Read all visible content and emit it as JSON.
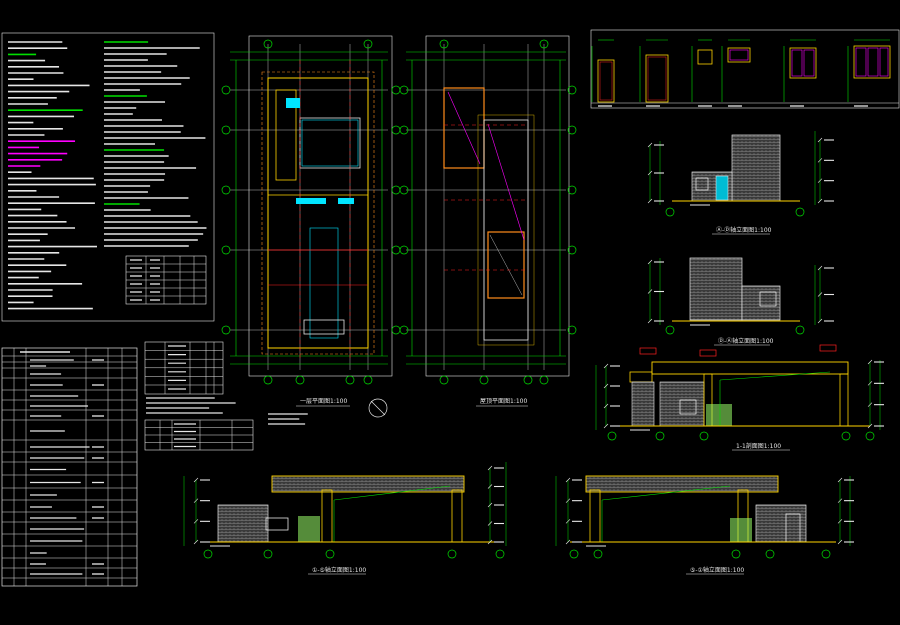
{
  "colors": {
    "background": "#000000",
    "line_white": "#e6e6e6",
    "line_yellow": "#ffd400",
    "line_green": "#00e000",
    "line_cyan": "#00e5ff",
    "line_blue": "#2a3cff",
    "line_red": "#ff2020",
    "line_magenta": "#ff00ff",
    "line_orange": "#ff8c1a",
    "brick_grey": "#9a9a9a",
    "glass_cyan": "#00bcd4",
    "column_green": "#9bff6a"
  },
  "drawings": {
    "elevation_a": {
      "title": "①-⑤轴立面图1:100"
    },
    "elevation_b": {
      "title": "⑤-①轴立面图1:100"
    },
    "section_1_1": {
      "title": "1-1剖面图1:100"
    },
    "side_elev_top": {
      "title": "Ⓐ-Ⓓ轴立面图1:100"
    },
    "side_elev_mid": {
      "title": "Ⓓ-Ⓐ轴立面图1:100"
    },
    "plan_1f": {
      "title": "一层平面图1:100"
    },
    "plan_roof": {
      "title": "屋顶平面图1:100"
    }
  },
  "icons": [
    "north-arrow-icon",
    "axis-bubble-icon"
  ]
}
